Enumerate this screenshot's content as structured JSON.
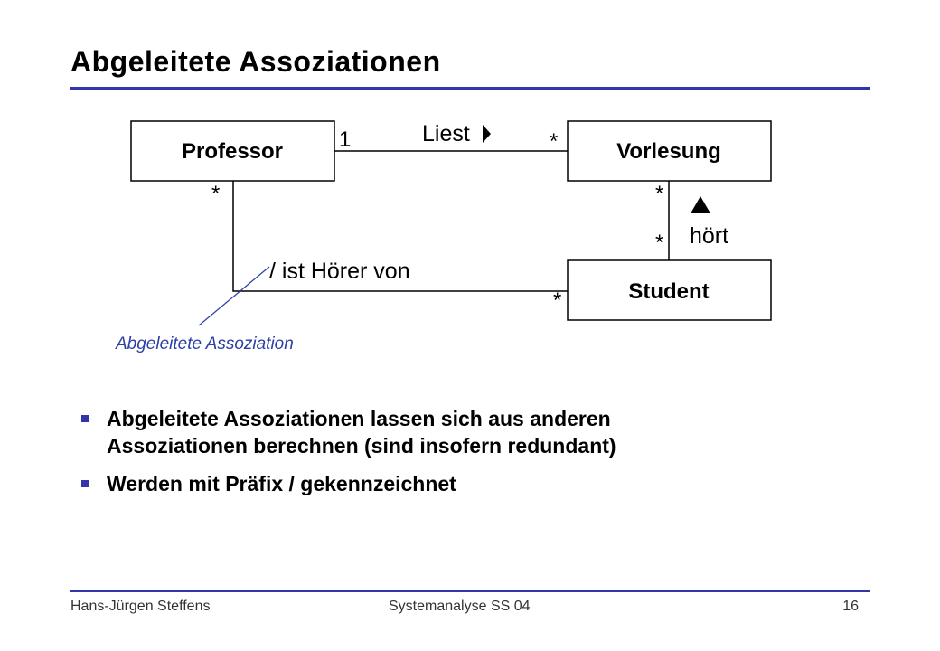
{
  "slide": {
    "title": "Abgeleitete Assoziationen"
  },
  "diagram": {
    "classes": [
      {
        "id": "professor",
        "name": "Professor"
      },
      {
        "id": "vorlesung",
        "name": "Vorlesung"
      },
      {
        "id": "student",
        "name": "Student"
      }
    ],
    "associations": {
      "liest": {
        "label": "Liest",
        "mult_source": "1",
        "mult_target": "*"
      },
      "hoert": {
        "label": "hört",
        "mult_source": "*",
        "mult_target": "*"
      },
      "ist_hoerer": {
        "label": "/ ist Hörer von",
        "mult_source": "*",
        "mult_target": "*"
      }
    },
    "callout": "Abgeleitete Assoziation",
    "colors": {
      "callout": "#2b3fa8",
      "rule": "#3333aa"
    }
  },
  "bullets": [
    "Abgeleitete Assoziationen lassen sich aus anderen Assoziationen berechnen (sind insofern redundant)",
    "Werden mit Präfix / gekennzeichnet"
  ],
  "footer": {
    "author": "Hans-Jürgen Steffens",
    "course": "Systemanalyse SS 04",
    "page": "16"
  }
}
